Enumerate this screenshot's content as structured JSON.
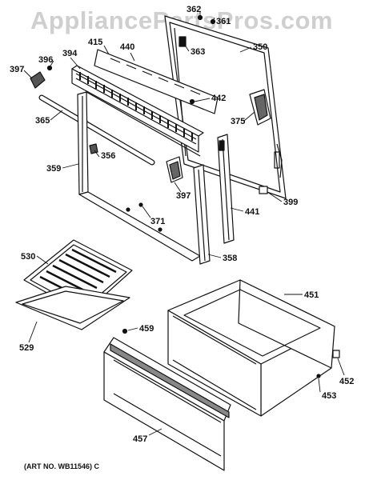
{
  "watermark": "AppliancePartsPros.com",
  "art_number": "(ART NO. WB11546) C",
  "parts": {
    "p362": "362",
    "p361": "361",
    "p350": "350",
    "p363": "363",
    "p415": "415",
    "p440": "440",
    "p396": "396",
    "p394": "394",
    "p397a": "397",
    "p442": "442",
    "p375": "375",
    "p365": "365",
    "p356": "356",
    "p359": "359",
    "p397b": "397",
    "p399": "399",
    "p441": "441",
    "p371": "371",
    "p358": "358",
    "p530": "530",
    "p451": "451",
    "p529": "529",
    "p459": "459",
    "p452": "452",
    "p453": "453",
    "p457": "457"
  }
}
